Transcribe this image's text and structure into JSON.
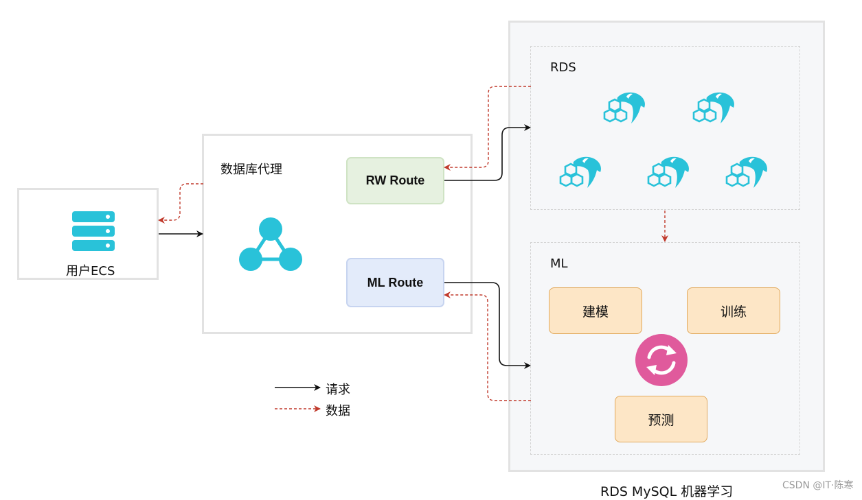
{
  "nodes": {
    "ecs_label": "用户ECS",
    "proxy_label": "数据库代理",
    "rw_route_label": "RW Route",
    "ml_route_label": "ML Route",
    "rds_label": "RDS",
    "ml_label": "ML",
    "build_label": "建模",
    "train_label": "训练",
    "predict_label": "预测",
    "outer_caption": "RDS MySQL 机器学习"
  },
  "legend": {
    "request_label": "请求",
    "data_label": "数据"
  },
  "watermark": "CSDN @IT·陈寒",
  "icons": {
    "ecs": "server-stack-icon",
    "proxy": "network-triangle-icon",
    "mysql": "mysql-dolphin-icon",
    "cycle": "refresh-cycle-icon"
  },
  "colors": {
    "cyan": "#29c2d9",
    "request_arrow": "#111111",
    "data_arrow": "#c0392b",
    "cycle_pink": "#e05a9c",
    "task_fill": "#fde6c6",
    "task_border": "#e1a85a"
  }
}
